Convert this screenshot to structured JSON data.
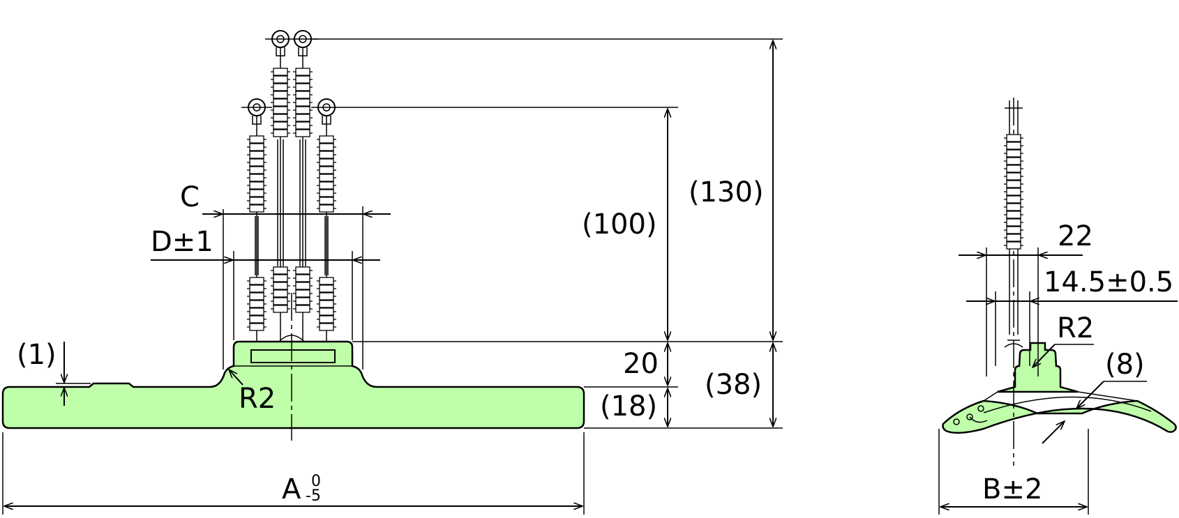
{
  "colors": {
    "body_fill": "#bfffaa",
    "line": "#000000"
  },
  "front_view": {
    "dim_A": "A",
    "dim_A_tol_upper": "0",
    "dim_A_tol_lower": "-5",
    "dim_C": "C",
    "dim_D": "D±1",
    "dim_1": "(1)",
    "dim_R2": "R2",
    "dim_20": "20",
    "dim_18": "(18)",
    "dim_38": "(38)",
    "dim_100": "(100)",
    "dim_130": "(130)"
  },
  "side_view": {
    "dim_22": "22",
    "dim_14_5": "14.5±0.5",
    "dim_R2": "R2",
    "dim_8": "(8)",
    "dim_B": "B±2"
  }
}
